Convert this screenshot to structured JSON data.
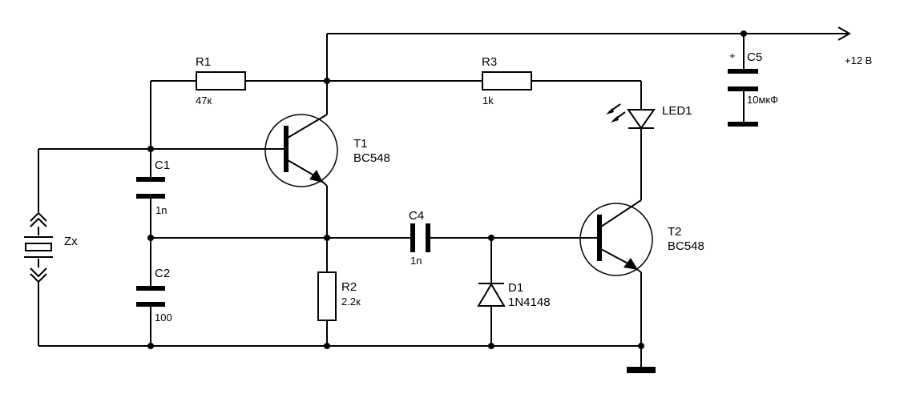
{
  "supply": {
    "label": "+12 В"
  },
  "r1": {
    "ref": "R1",
    "value": "47к"
  },
  "r2": {
    "ref": "R2",
    "value": "2.2к"
  },
  "r3": {
    "ref": "R3",
    "value": "1k"
  },
  "c1": {
    "ref": "C1",
    "value": "1n"
  },
  "c2": {
    "ref": "C2",
    "value": "100"
  },
  "c4": {
    "ref": "C4",
    "value": "1n"
  },
  "c5": {
    "ref": "C5",
    "value": "10мкФ",
    "polarity": "+"
  },
  "t1": {
    "ref": "T1",
    "type": "BC548"
  },
  "t2": {
    "ref": "T2",
    "type": "BC548"
  },
  "d1": {
    "ref": "D1",
    "type": "1N4148"
  },
  "led1": {
    "ref": "LED1"
  },
  "zx": {
    "ref": "Zx"
  }
}
